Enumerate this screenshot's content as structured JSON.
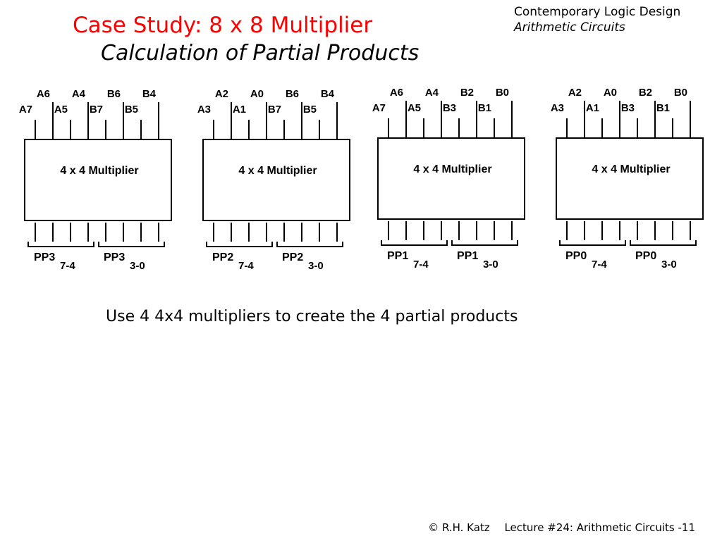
{
  "slide": {
    "title": "Case Study: 8 x 8 Multiplier",
    "subtitle": "Calculation of Partial Products",
    "course_name": "Contemporary Logic Design",
    "course_topic": "Arithmetic Circuits",
    "caption": "Use 4 4x4 multipliers to create the 4 partial products",
    "footer_author": "© R.H. Katz",
    "footer_lecture": "Lecture #24: Arithmetic Circuits -11"
  },
  "colors": {
    "title": "#ff0000",
    "text": "#000000",
    "background": "#ffffff"
  },
  "multipliers": [
    {
      "label": "4 x 4 Multiplier",
      "inputs": [
        "A7",
        "A6",
        "A5",
        "A4",
        "B7",
        "B6",
        "B5",
        "B4"
      ],
      "outputs": [
        {
          "base": "PP3",
          "sub": "7-4"
        },
        {
          "base": "PP3",
          "sub": "3-0"
        }
      ]
    },
    {
      "label": "4 x 4 Multiplier",
      "inputs": [
        "A3",
        "A2",
        "A1",
        "A0",
        "B7",
        "B6",
        "B5",
        "B4"
      ],
      "outputs": [
        {
          "base": "PP2",
          "sub": "7-4"
        },
        {
          "base": "PP2",
          "sub": "3-0"
        }
      ]
    },
    {
      "label": "4 x 4 Multiplier",
      "inputs": [
        "A7",
        "A6",
        "A5",
        "A4",
        "B3",
        "B2",
        "B1",
        "B0"
      ],
      "outputs": [
        {
          "base": "PP1",
          "sub": "7-4"
        },
        {
          "base": "PP1",
          "sub": "3-0"
        }
      ]
    },
    {
      "label": "4 x 4 Multiplier",
      "inputs": [
        "A3",
        "A2",
        "A1",
        "A0",
        "B3",
        "B2",
        "B1",
        "B0"
      ],
      "outputs": [
        {
          "base": "PP0",
          "sub": "7-4"
        },
        {
          "base": "PP0",
          "sub": "3-0"
        }
      ]
    }
  ]
}
